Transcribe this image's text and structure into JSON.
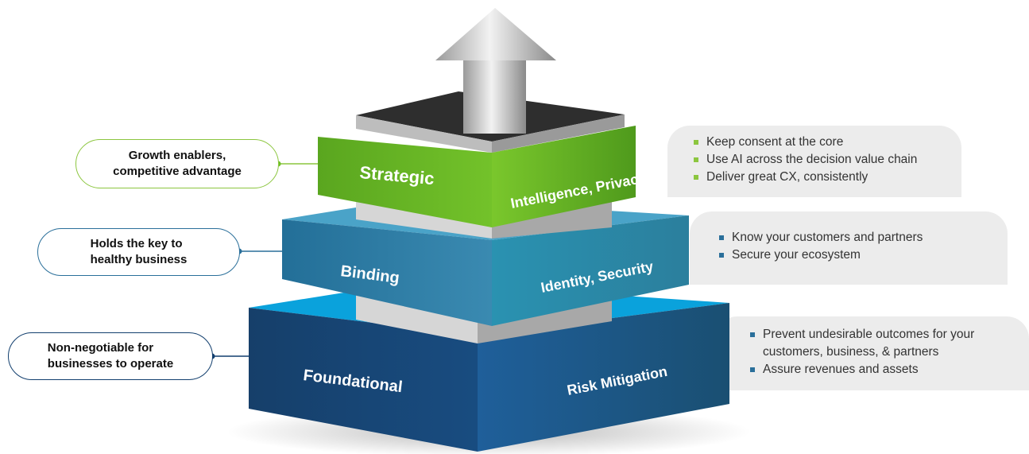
{
  "tiers": [
    {
      "id": "strategic",
      "name": "Strategic",
      "focus": "Intelligence, Privacy",
      "callout_lines": [
        "Growth enablers,",
        "competitive advantage"
      ],
      "bullets": [
        "Keep consent at the core",
        "Use AI across the decision value chain",
        "Deliver great CX, consistently"
      ],
      "color": "#6cc024"
    },
    {
      "id": "binding",
      "name": "Binding",
      "focus": "Identity, Security",
      "callout_lines": [
        "Holds the key to",
        "healthy business"
      ],
      "bullets": [
        "Know your customers and partners",
        "Secure your ecosystem"
      ],
      "color": "#2f8fb0"
    },
    {
      "id": "foundational",
      "name": "Foundational",
      "focus": "Risk Mitigation",
      "callout_lines": [
        "Non-negotiable for",
        "businesses to operate"
      ],
      "bullets": [
        "Prevent undesirable outcomes for your",
        "customers, business, & partners",
        "Assure revenues and assets"
      ],
      "bullet_starts": [
        true,
        false,
        true
      ],
      "color": "#1a4f86"
    }
  ],
  "accent_colors": {
    "green": "#6cc024",
    "teal": "#2a93b5",
    "navy": "#123f6e",
    "callout_border_green": "#8cc63f",
    "callout_border_blue": "#2a6f9a"
  }
}
